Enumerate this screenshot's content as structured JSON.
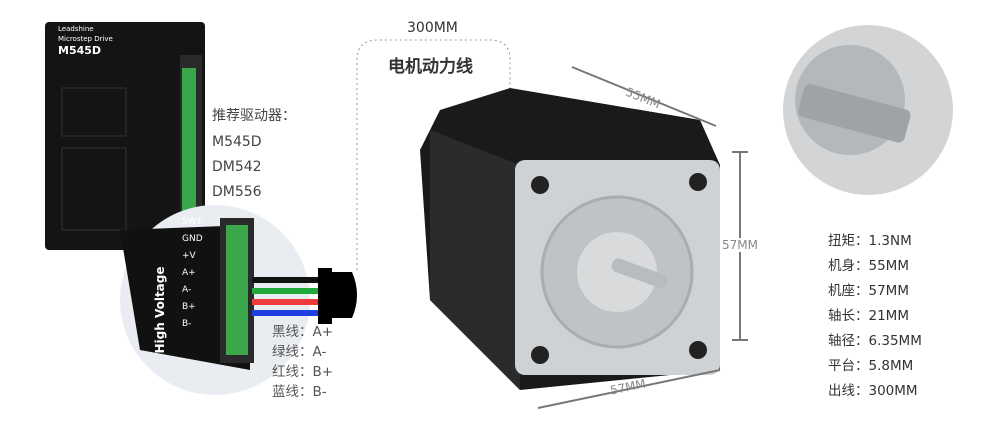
{
  "driver": {
    "brand": "Leadshine",
    "model": "M545D",
    "subtitle": "Microstep Drive",
    "terminal_title": "High Voltage",
    "terminals": [
      "SW1",
      "GND",
      "+V",
      "A+",
      "A-",
      "B+",
      "B-"
    ]
  },
  "recommended": {
    "heading": "推荐驱动器：",
    "models": [
      "M545D",
      "DM542",
      "DM556"
    ]
  },
  "wiring": [
    {
      "label": "黑线：A+",
      "color": "#111111"
    },
    {
      "label": "绿线：A-",
      "color": "#1faa3a"
    },
    {
      "label": "红线：B+",
      "color": "#ee3b3b"
    },
    {
      "label": "蓝线：B-",
      "color": "#1f3fe0"
    }
  ],
  "cable": {
    "length": "300MM",
    "title": "电机动力线"
  },
  "dimensions": {
    "top": "55MM",
    "right": "57MM",
    "bottom": "57MM"
  },
  "specs": [
    "扭矩：1.3NM",
    "机身：55MM",
    "机座：57MM",
    "轴长：21MM",
    "轴径：6.35MM",
    "平台：5.8MM",
    "出线：300MM"
  ]
}
